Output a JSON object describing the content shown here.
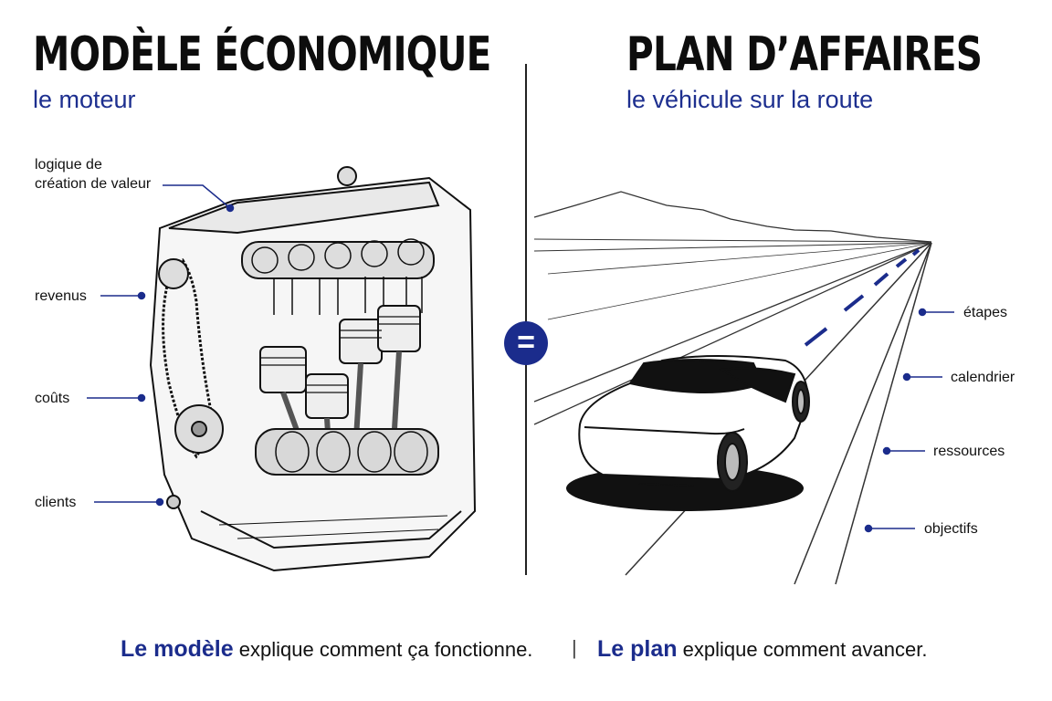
{
  "left": {
    "title": "MODÈLE ÉCONOMIQUE",
    "subtitle": "le moteur",
    "labels": {
      "value_logic_line1": "logique de",
      "value_logic_line2": "création de valeur",
      "revenue": "revenus",
      "costs": "coûts",
      "clients": "clients"
    }
  },
  "equals_sign": "=",
  "right": {
    "title": "PLAN D’AFFAIRES",
    "subtitle": "le véhicule sur la route",
    "labels": {
      "steps": "étapes",
      "calendar": "calendrier",
      "resources": "ressources",
      "objectives": "objectifs"
    }
  },
  "footer": {
    "left_highlight": "Le modèle",
    "left_text": "explique comment ça fonctionne.",
    "separator": "|",
    "right_highlight": "Le plan",
    "right_text": "explique comment avancer."
  },
  "colors": {
    "accent": "#1b2c8c",
    "text": "#111111"
  }
}
